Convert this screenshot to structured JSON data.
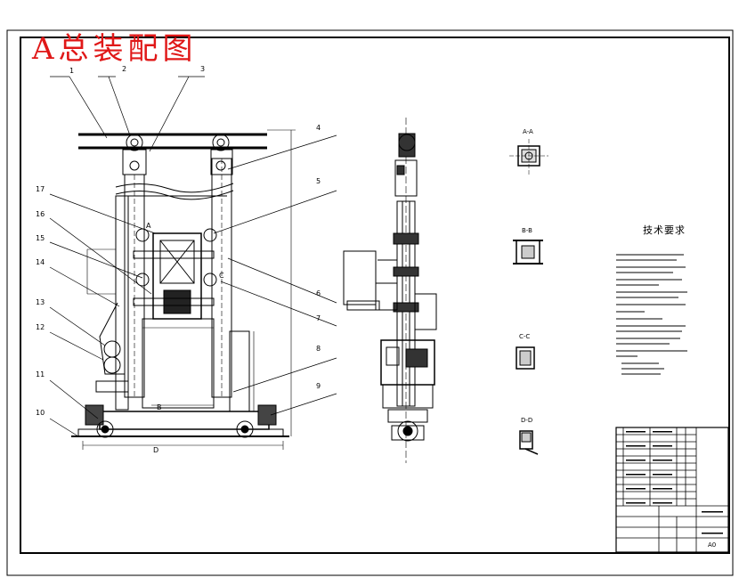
{
  "drawing": {
    "title": "A总装配图",
    "tech_requirements_title": "技术要求",
    "section_labels": [
      "A-A",
      "B-B",
      "C-C",
      "D-D"
    ],
    "callouts": [
      "1",
      "2",
      "3",
      "4",
      "5",
      "6",
      "7",
      "8",
      "9",
      "10",
      "11",
      "12",
      "13",
      "14",
      "15",
      "16",
      "17"
    ],
    "view_marks": [
      "A",
      "B",
      "C",
      "D"
    ],
    "title_block_sheet": "A0"
  },
  "colors": {
    "title_red": "#e01818",
    "line": "#000000",
    "background": "#ffffff"
  }
}
